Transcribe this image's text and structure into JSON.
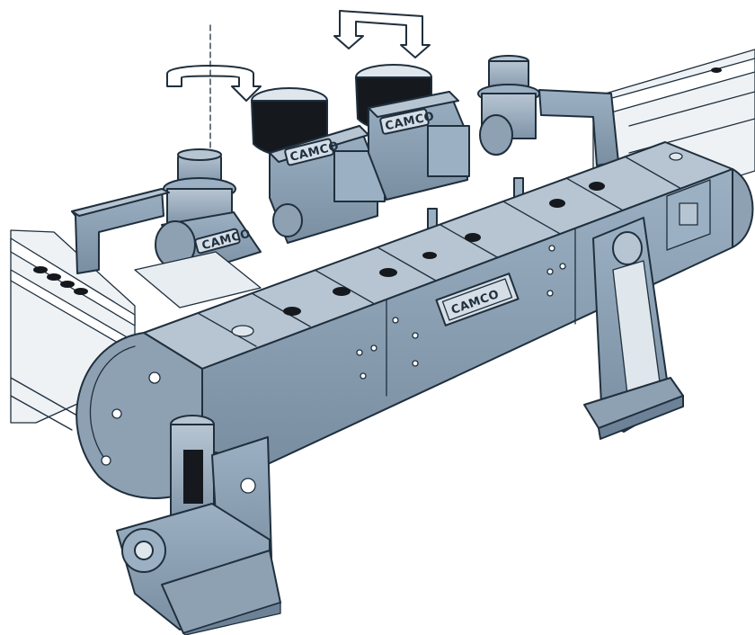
{
  "illustration": {
    "brand_labels": [
      "CAMCO",
      "CAMCO",
      "CAMCO",
      "CAMCO"
    ],
    "colors": {
      "steel": "#8ea1b3",
      "steel_light": "#b7c5d2",
      "steel_dark": "#6d8296",
      "ink": "#1f2f3d",
      "black": "#15191e",
      "paper": "#ffffff"
    },
    "icons": [
      "rotate-arrow-icon",
      "rotate-arrow-icon"
    ]
  }
}
